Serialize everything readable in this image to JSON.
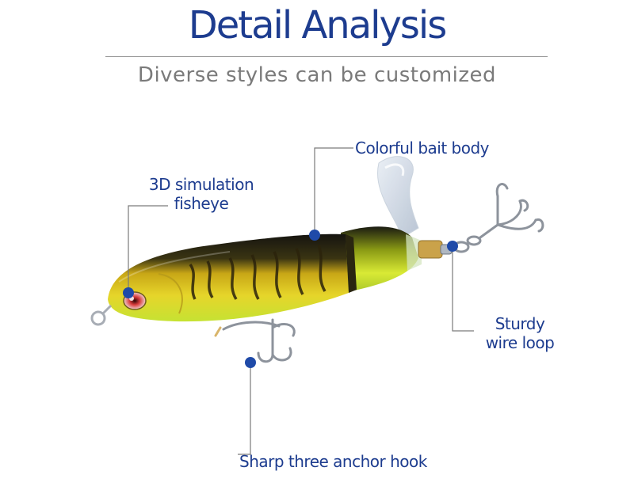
{
  "header": {
    "title": "Detail Analysis",
    "subtitle": "Diverse styles can be customized"
  },
  "callouts": {
    "fisheye": {
      "line1": "3D simulation",
      "line2": "fisheye"
    },
    "body": {
      "text": "Colorful bait body"
    },
    "wire": {
      "line1": "Sturdy",
      "line2": "wire loop"
    },
    "hook": {
      "text": "Sharp three anchor hook"
    }
  },
  "colors": {
    "accent": "#1d3c8f",
    "marker": "#1f4aa8",
    "body_yellow": "#d9c71a",
    "body_lime": "#c9e02a",
    "body_dark": "#1b1a12"
  }
}
